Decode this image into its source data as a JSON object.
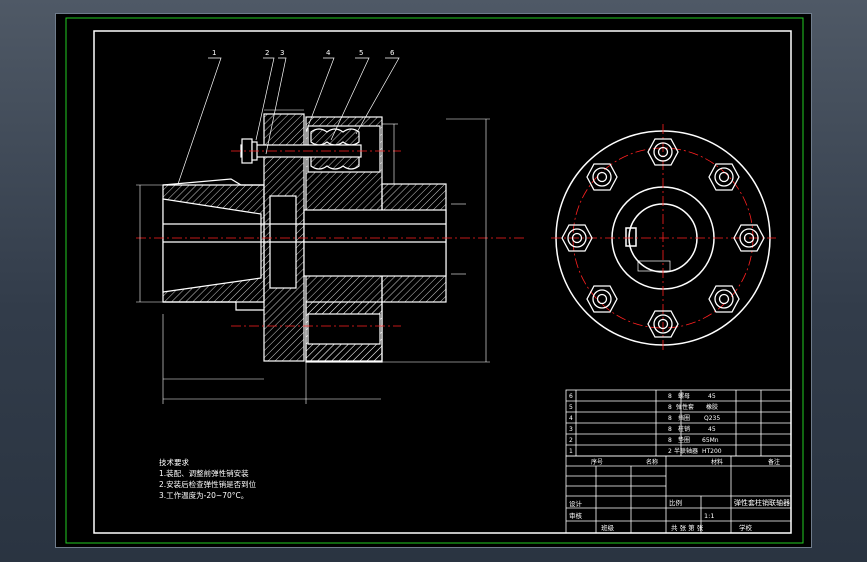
{
  "drawing": {
    "balloon_labels": [
      "1",
      "2",
      "3",
      "4",
      "5",
      "6"
    ],
    "technical_requirements": {
      "heading": "技术要求",
      "items": [
        "1.装配、调整前弹性销安装",
        "2.安装后检查弹性销是否到位",
        "3.工作温度为-20~70°C。"
      ]
    },
    "parts_list": [
      {
        "no": "6",
        "name": "螺母",
        "qty": "8",
        "material": "45"
      },
      {
        "no": "5",
        "name": "弹性套",
        "qty": "8",
        "material": "橡胶"
      },
      {
        "no": "4",
        "name": "挡圈",
        "qty": "8",
        "material": "Q235"
      },
      {
        "no": "3",
        "name": "柱销",
        "qty": "8",
        "material": "45"
      },
      {
        "no": "2",
        "name": "垫圈",
        "qty": "8",
        "material": "65Mn"
      },
      {
        "no": "1",
        "name": "半联轴器",
        "qty": "2",
        "material": "HT200"
      }
    ],
    "parts_header": {
      "no": "序号",
      "name": "名称",
      "qty": "",
      "material": "材料",
      "remark": "备注"
    },
    "title_block": {
      "part_title": "弹性套柱销联轴器",
      "scale_label": "比例",
      "scale_value": "1:1",
      "sheet_label": "共 张 第 张",
      "drawn_label": "设计",
      "checked_label": "审核",
      "school_label": "学校",
      "class_label": "班级"
    },
    "colors": {
      "frame": "#ffffff",
      "section": "#ffffff",
      "centerline": "#ff2020",
      "outer_border": "#22cc22",
      "text": "#ffffff"
    }
  }
}
